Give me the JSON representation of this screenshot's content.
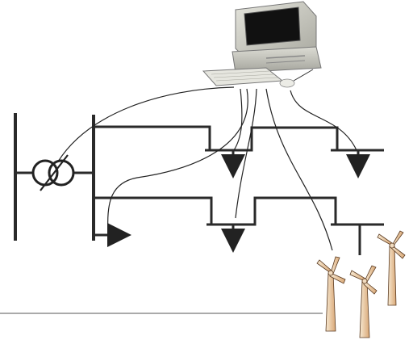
{
  "diagram": {
    "type": "power-distribution-control",
    "nodes": [
      {
        "id": "computer",
        "kind": "workstation"
      },
      {
        "id": "transformer",
        "kind": "transformer"
      },
      {
        "id": "main-bus",
        "kind": "vertical-bus"
      },
      {
        "id": "sub-bus",
        "kind": "vertical-bus"
      },
      {
        "id": "upper-feeder",
        "kind": "feeder"
      },
      {
        "id": "lower-feeder",
        "kind": "feeder"
      },
      {
        "id": "load-1",
        "kind": "load"
      },
      {
        "id": "load-2",
        "kind": "load"
      },
      {
        "id": "load-3",
        "kind": "load"
      },
      {
        "id": "load-4",
        "kind": "load"
      },
      {
        "id": "wind-farm",
        "kind": "wind-turbines",
        "count": 3
      }
    ],
    "edges": [
      {
        "from": "computer",
        "to": "transformer",
        "kind": "control-signal"
      },
      {
        "from": "computer",
        "to": "load-1",
        "kind": "control-signal"
      },
      {
        "from": "computer",
        "to": "load-2",
        "kind": "control-signal"
      },
      {
        "from": "computer",
        "to": "load-3",
        "kind": "control-signal"
      },
      {
        "from": "computer",
        "to": "load-4",
        "kind": "control-signal"
      },
      {
        "from": "computer",
        "to": "wind-farm",
        "kind": "control-signal"
      },
      {
        "from": "upper-feeder",
        "to": "load-1",
        "kind": "power"
      },
      {
        "from": "upper-feeder",
        "to": "load-2",
        "kind": "power"
      },
      {
        "from": "lower-feeder",
        "to": "load-3",
        "kind": "power"
      },
      {
        "from": "lower-feeder",
        "to": "wind-farm",
        "kind": "power"
      }
    ]
  }
}
